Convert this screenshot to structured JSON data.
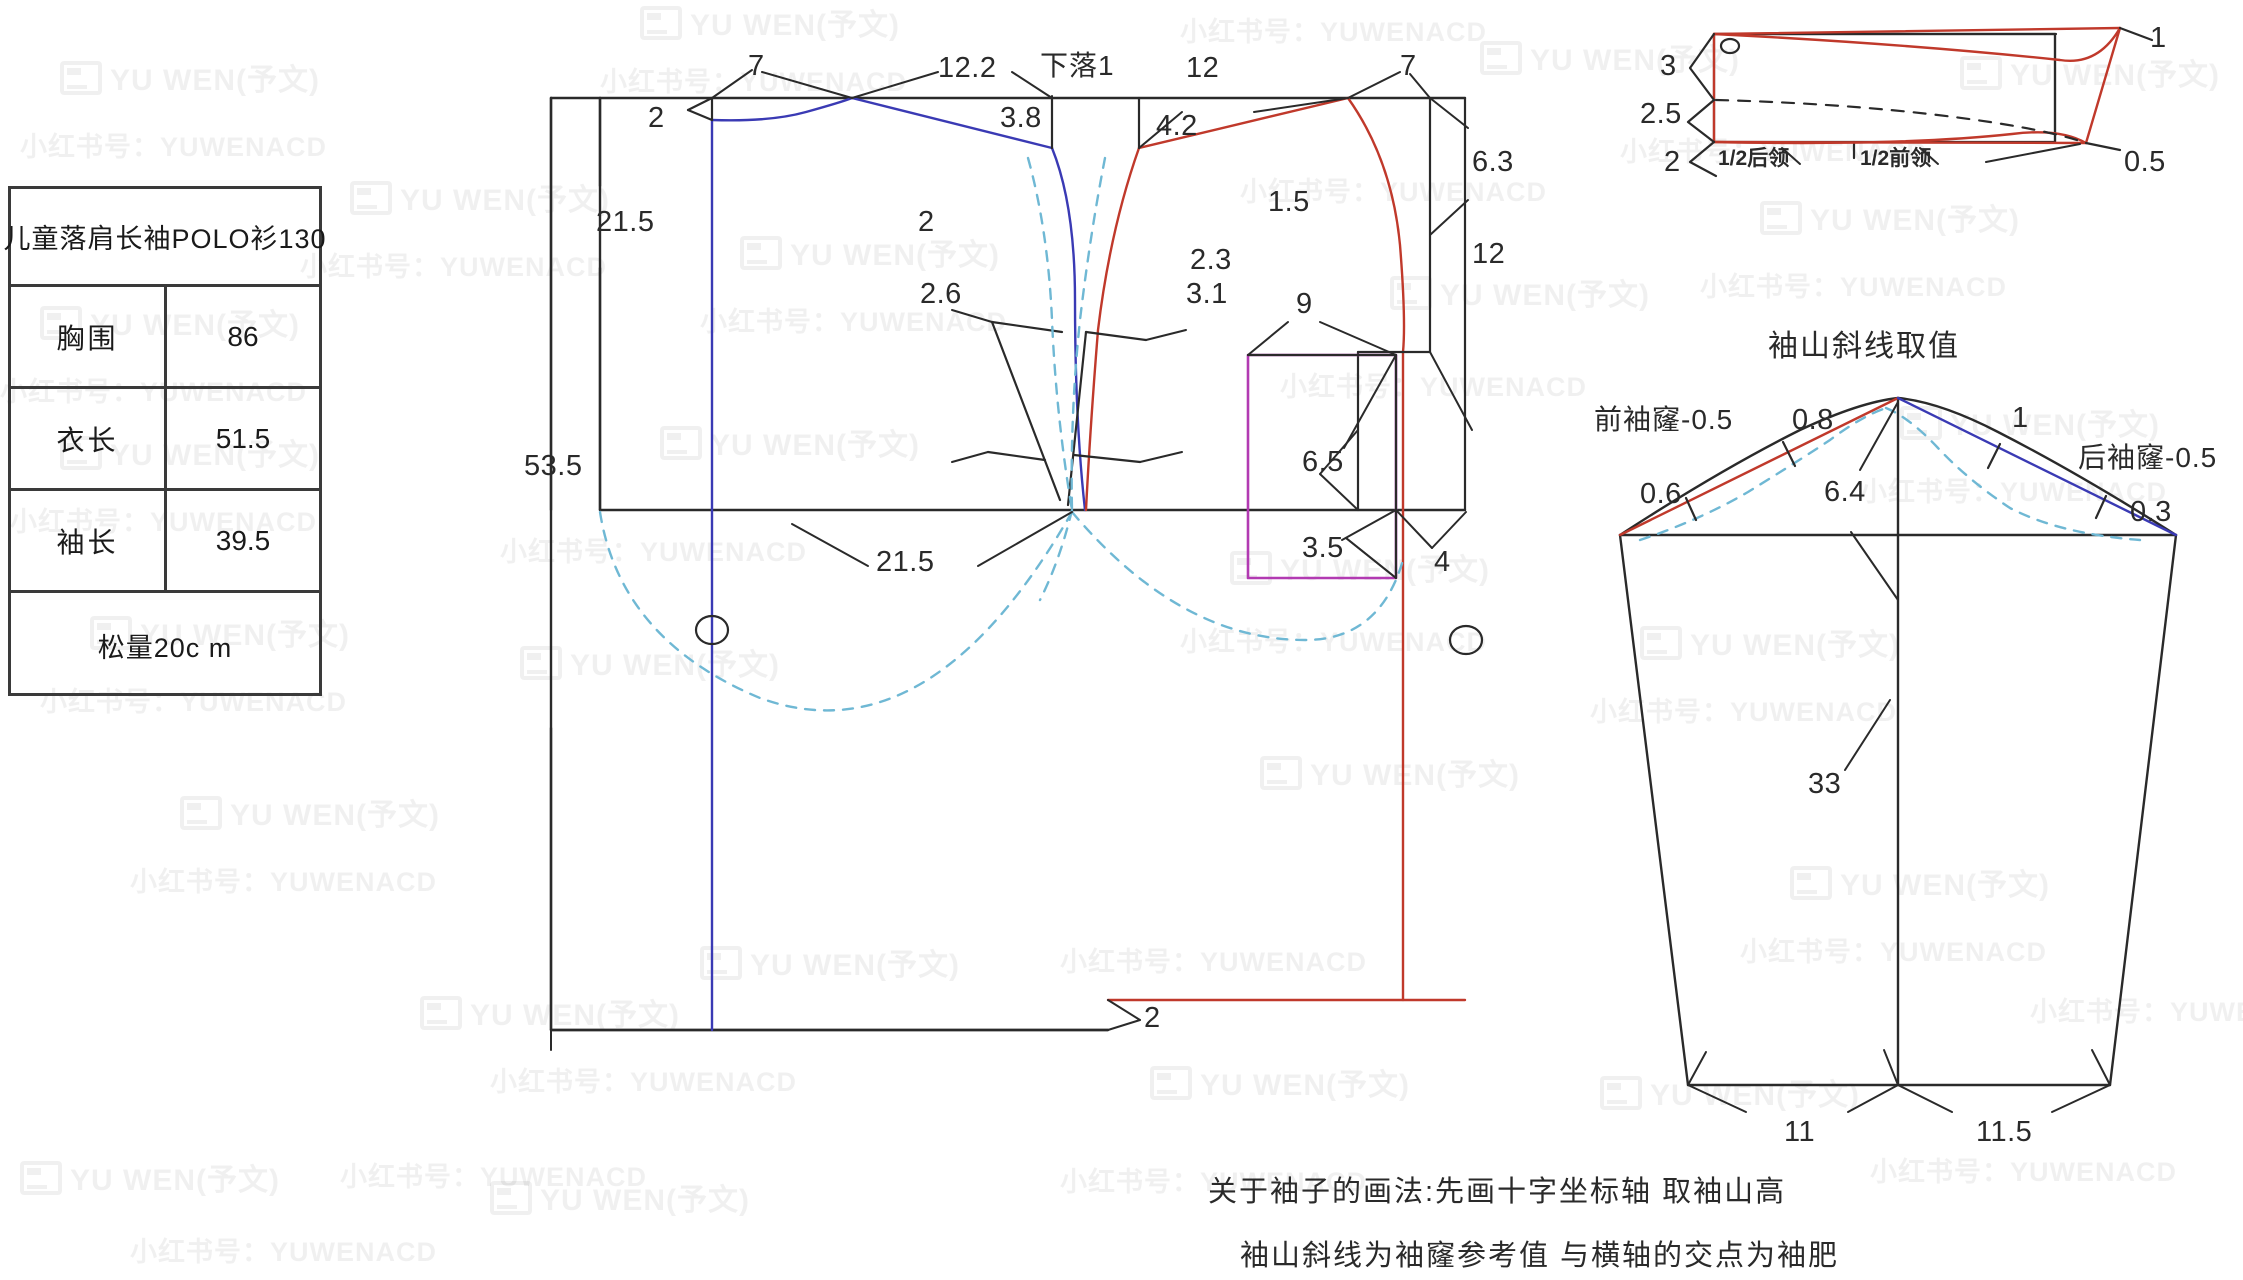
{
  "spec_table": {
    "title": "儿童落肩长袖POLO衫130",
    "rows": [
      {
        "label": "胸围",
        "value": "86"
      },
      {
        "label": "衣长",
        "value": "51.5"
      },
      {
        "label": "袖长",
        "value": "39.5"
      }
    ],
    "footer": "松量20c m"
  },
  "body_block": {
    "shoulder_left_7": "7",
    "shoulder_left_2": "2",
    "back_shoulder_12_2": "12.2",
    "neck_drop_label": "下落1",
    "front_shoulder_12": "12",
    "shoulder_right_7": "7",
    "back_neck_drop_3_8": "3.8",
    "front_neck_drop_4_2": "4.2",
    "armhole_depth_21_5": "21.5",
    "garment_length_53_5": "53.5",
    "side_6_3": "6.3",
    "side_1_5": "1.5",
    "sleeve_drop_12": "12",
    "neck_left_2": "2",
    "neck_right_2_3": "2.3",
    "neck_left_2_6": "2.6",
    "neck_right_3_1": "3.1",
    "chest_half_21_5": "21.5",
    "hem_2": "2"
  },
  "placket": {
    "width_9": "9",
    "upper_6_5": "6.5",
    "lower_3_5": "3.5",
    "offset_4": "4"
  },
  "collar": {
    "left_3": "3",
    "left_2_5": "2.5",
    "left_2": "2",
    "half_back_neck": "1/2后领",
    "half_front_neck": "1/2前领",
    "right_1": "1",
    "right_0_5": "0.5"
  },
  "sleeve": {
    "title": "袖山斜线取值",
    "front_armhole": "前袖窿-0.5",
    "back_armhole": "后袖窿-0.5",
    "front_0_8": "0.8",
    "back_1": "1",
    "front_0_6": "0.6",
    "back_0_3": "0.3",
    "cap_height_6_4": "6.4",
    "sleeve_length_33": "33",
    "cuff_left_11": "11",
    "cuff_right_11_5": "11.5"
  },
  "captions": {
    "line1": "关于袖子的画法:先画十字坐标轴  取袖山高",
    "line2": "袖山斜线为袖窿参考值  与横轴的交点为袖肥"
  },
  "watermark": {
    "text_en": "YU WEN(予文)",
    "text_cn": "小红书号：YUWENACD"
  },
  "colors": {
    "ink": "#2a2a2a",
    "blue": "#3a3ab4",
    "red": "#c0392b",
    "magenta": "#b23ab2",
    "dashed_cyan": "#6fb8d4"
  }
}
